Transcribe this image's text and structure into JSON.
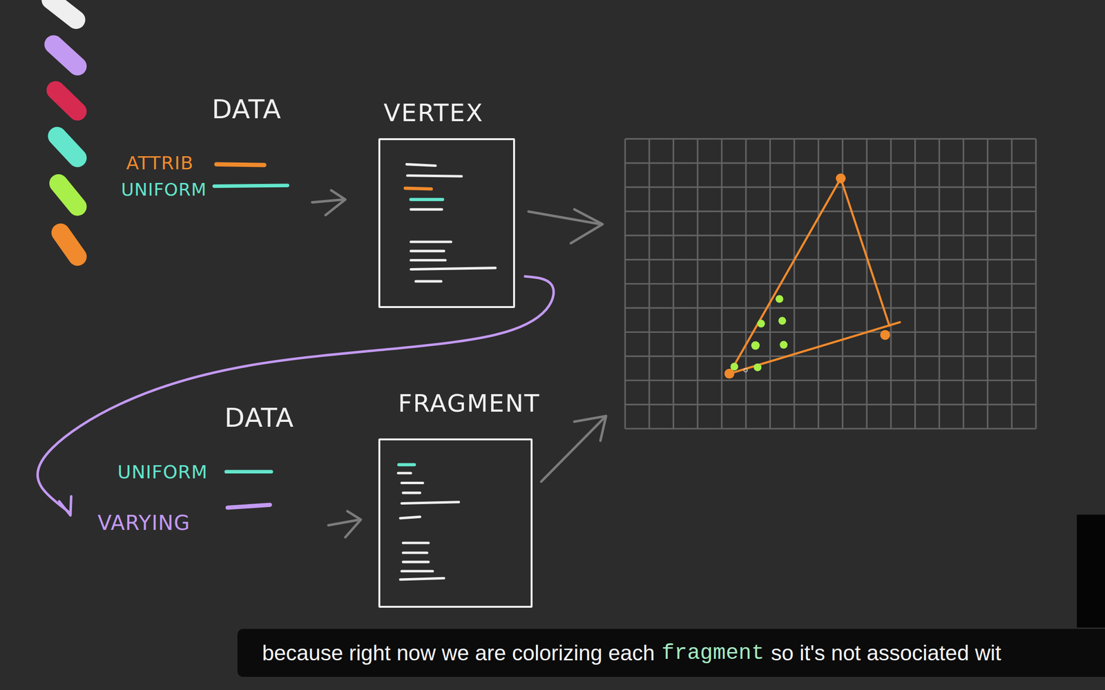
{
  "diagram": {
    "nodes": [
      {
        "text": [
          "VERTEX"
        ]
      },
      {
        "text": [
          "FRAGMENT"
        ]
      }
    ],
    "labels": [
      "DATA",
      "ATTRIB",
      "UNIFORM",
      "DATA",
      "UNIFORM",
      "VARYING",
      "because right now we are colorizing each",
      "fragment",
      "so it's not associated wit"
    ]
  }
}
